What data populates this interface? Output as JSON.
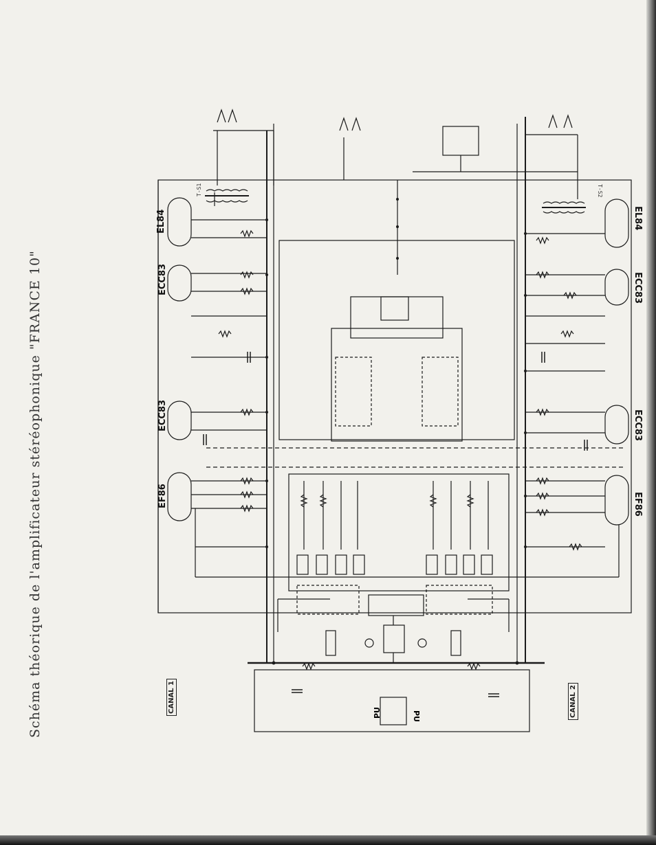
{
  "title": "Schéma théorique de l'amplificateur stéréophonique \"FRANCE 10\"",
  "channels": {
    "canal1": "CANAL 1",
    "canal2": "CANAL 2"
  },
  "tubes": {
    "el84_left": "EL84",
    "ecc83_left_top": "ECC83",
    "ecc83_left_mid": "ECC83",
    "ef86_left": "EF86",
    "el84_right": "EL84",
    "ecc83_right_top": "ECC83",
    "ecc83_right_mid": "ECC83",
    "ef86_right": "EF86"
  },
  "transformers": {
    "left": "T-S1",
    "right": "T-S2"
  },
  "inputs": {
    "pu_left": "PU",
    "pu_right": "PU"
  },
  "colors": {
    "ink": "#1a1a1a",
    "paper": "#f2f1ec"
  }
}
